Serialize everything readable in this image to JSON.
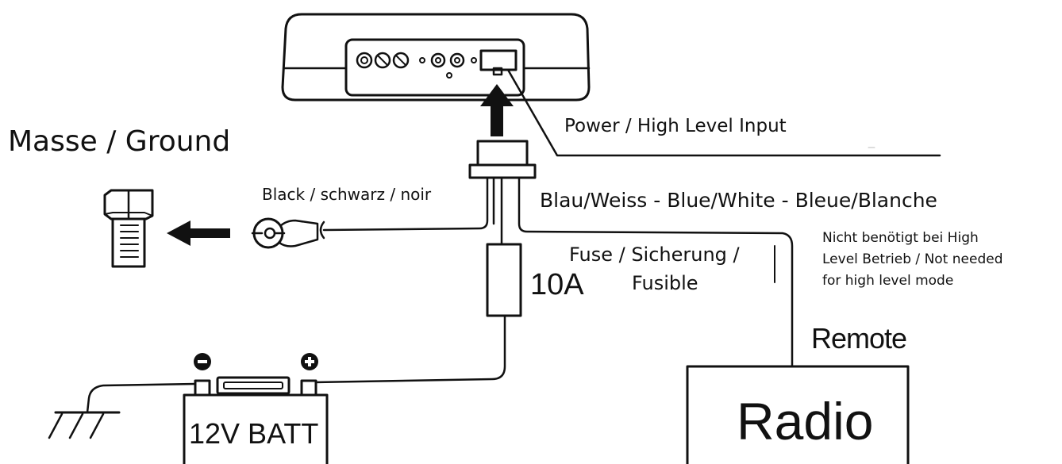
{
  "labels": {
    "ground_title": "Masse / Ground",
    "power_input": "Power / High Level Input",
    "black_wire": "Black / schwarz / noir",
    "blue_white_wire": "Blau/Weiss - Blue/White - Bleue/Blanche",
    "fuse_line1": "Fuse / Sicherung /",
    "fuse_line2": "Fusible",
    "fuse_rating": "10A",
    "note_line1": "Nicht benötigt bei High",
    "note_line2": "Level Betrieb / Not needed",
    "note_line3": "for high level mode",
    "remote": "Remote",
    "radio": "Radio",
    "battery": "12V BATT"
  },
  "icons": {
    "battery_negative": "minus-circle-icon",
    "battery_positive": "plus-circle-icon",
    "ground_bolt": "bolt-icon",
    "ring_terminal": "ring-terminal-icon",
    "chassis_ground": "ground-symbol-icon"
  },
  "colors": {
    "line": "#111111",
    "background": "#ffffff"
  }
}
